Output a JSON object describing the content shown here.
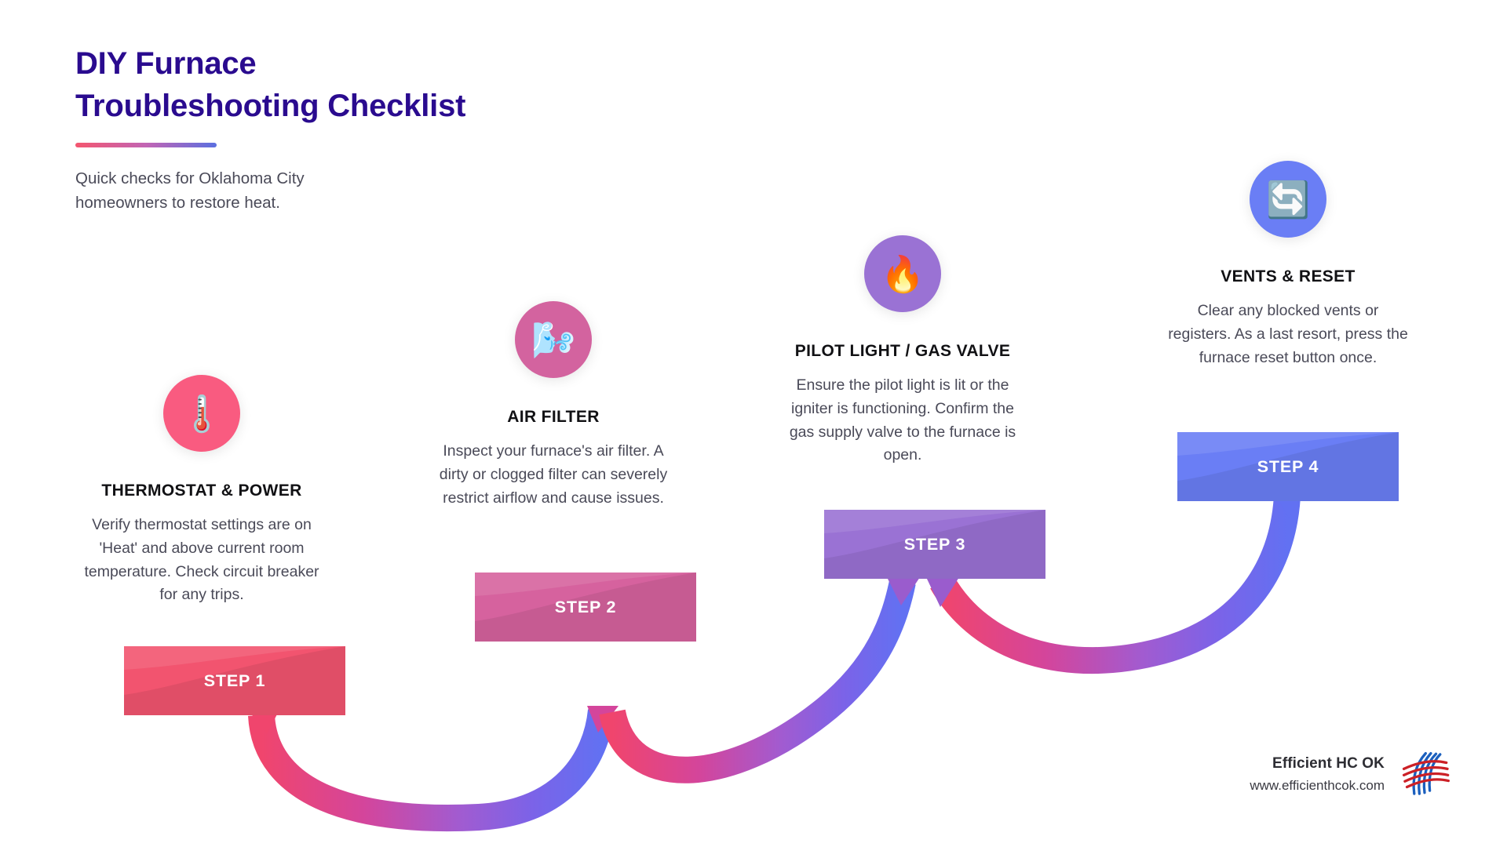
{
  "header": {
    "title": "DIY Furnace\nTroubleshooting Checklist",
    "subtitle": "Quick checks for Oklahoma City\nhomeowners to restore heat.",
    "rule_gradient_from": "#f4566f",
    "rule_gradient_to": "#5b6fe0",
    "title_color": "#2a0b8f"
  },
  "steps": [
    {
      "icon": "🌡️",
      "icon_name": "thermometer-icon",
      "icon_bg": "#f95b80",
      "heading": "THERMOSTAT & POWER",
      "description": "Verify thermostat settings are on 'Heat' and above current room temperature. Check circuit breaker for any trips.",
      "banner_label": "STEP 1",
      "banner_color": "#f2546f"
    },
    {
      "icon": "🌬️",
      "icon_name": "wind-face-icon",
      "icon_bg": "#d3639f",
      "heading": "AIR FILTER",
      "description": "Inspect your furnace's air filter. A dirty or clogged filter can severely restrict airflow and cause issues.",
      "banner_label": "STEP 2",
      "banner_color": "#d6629e"
    },
    {
      "icon": "🔥",
      "icon_name": "fire-icon",
      "icon_bg": "#9a72d4",
      "heading": "PILOT LIGHT / GAS VALVE",
      "description": "Ensure the pilot light is lit or the igniter is functioning. Confirm the gas supply valve to the furnace is open.",
      "banner_label": "STEP 3",
      "banner_color": "#9a72d4"
    },
    {
      "icon": "🔄",
      "icon_name": "reset-arrows-icon",
      "icon_bg": "#6a7ef5",
      "heading": "VENTS & RESET",
      "description": "Clear any blocked vents or registers. As a last resort, press the furnace reset button once.",
      "banner_label": "STEP 4",
      "banner_color": "#6a7ef5"
    }
  ],
  "footer": {
    "brand_name": "Efficient HC OK",
    "brand_url": "www.efficienthcok.com",
    "logo_name": "efficient-hc-ok-logo",
    "logo_color_red": "#cc2026",
    "logo_color_blue": "#1b5fbe"
  }
}
